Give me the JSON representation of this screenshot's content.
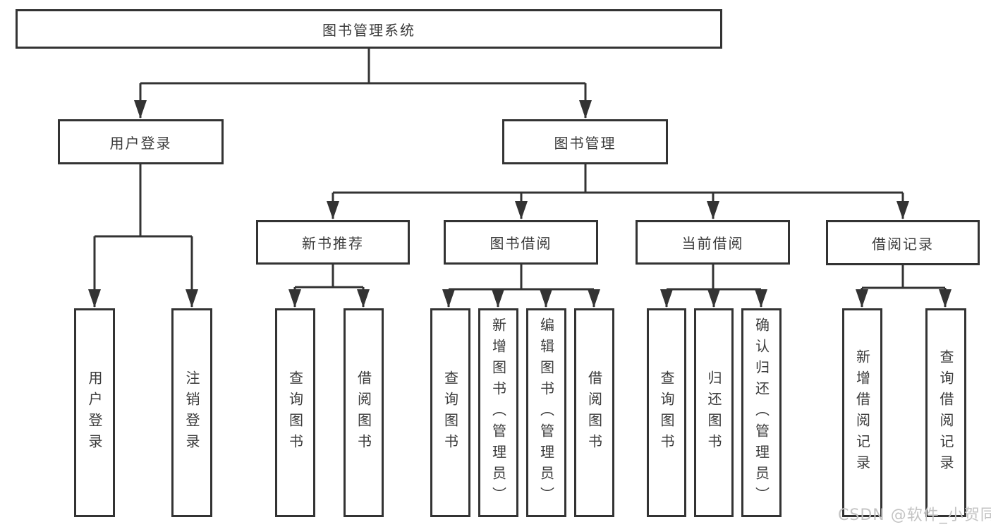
{
  "tree": {
    "root": "图书管理系统",
    "level2": [
      "用户登录",
      "图书管理"
    ],
    "level3": [
      "新书推荐",
      "图书借阅",
      "当前借阅",
      "借阅记录"
    ],
    "leaves": {
      "user_login": [
        "用户登录",
        "注销登录"
      ],
      "new_books": [
        "查询图书",
        "借阅图书"
      ],
      "book_borrow": [
        "查询图书",
        "新增图书（管理员）",
        "编辑图书（管理员）",
        "借阅图书"
      ],
      "current_borrow": [
        "查询图书",
        "归还图书",
        "确认归还（管理员）"
      ],
      "borrow_records": [
        "新增借阅记录",
        "查询借阅记录"
      ]
    }
  },
  "watermark": "CSDN @软件_小贺同学",
  "colors": {
    "line": "#333333",
    "text": "#3b3b3b",
    "watermark": "#c3c3c3",
    "background": "#ffffff"
  }
}
